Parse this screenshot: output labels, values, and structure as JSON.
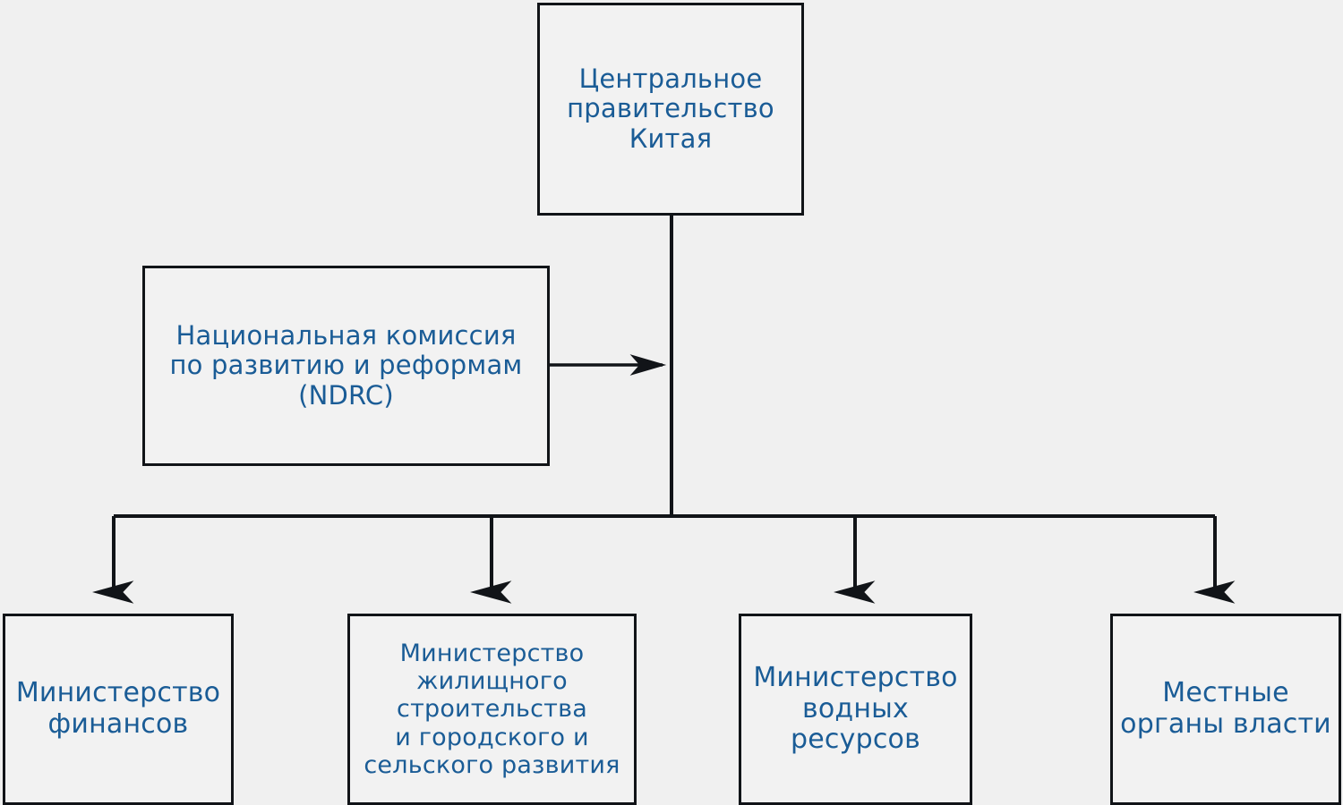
{
  "diagram": {
    "type": "organizational-hierarchy-chart",
    "language": "ru",
    "background_color": "#f0f0f0",
    "node_fill_color": "#f2f2f2",
    "node_border_color": "#111418",
    "text_color": "#1a5c96",
    "connector_color": "#111418"
  },
  "nodes": {
    "central_government": {
      "label": "Центральное\nправительство\nКитая",
      "level": "top"
    },
    "ndrc": {
      "label": "Национальная комиссия\nпо развитию и реформам\n(NDRC)",
      "level": "side"
    },
    "ministry_finance": {
      "label": "Министерство\nфинансов",
      "level": "bottom"
    },
    "ministry_housing": {
      "label": "Министерство\nжилищного\nстроительства\nи городского и\nсельского развития",
      "level": "bottom"
    },
    "ministry_water": {
      "label": "Министерство\nводных\nресурсов",
      "level": "bottom"
    },
    "local_authorities": {
      "label": "Местные\nорганы власти",
      "level": "bottom"
    }
  },
  "connectors": [
    {
      "name": "ndrc-to-trunk",
      "from": "ndrc",
      "to": "central_government",
      "style": "single-arrow-right"
    },
    {
      "name": "trunk-to-ministry-finance",
      "from": "central_government",
      "to": "ministry_finance",
      "style": "elbow-arrow-down"
    },
    {
      "name": "trunk-to-ministry-housing",
      "from": "central_government",
      "to": "ministry_housing",
      "style": "elbow-arrow-down"
    },
    {
      "name": "trunk-to-ministry-water",
      "from": "central_government",
      "to": "ministry_water",
      "style": "elbow-arrow-down"
    },
    {
      "name": "trunk-to-local-authorities",
      "from": "central_government",
      "to": "local_authorities",
      "style": "elbow-arrow-down"
    }
  ]
}
